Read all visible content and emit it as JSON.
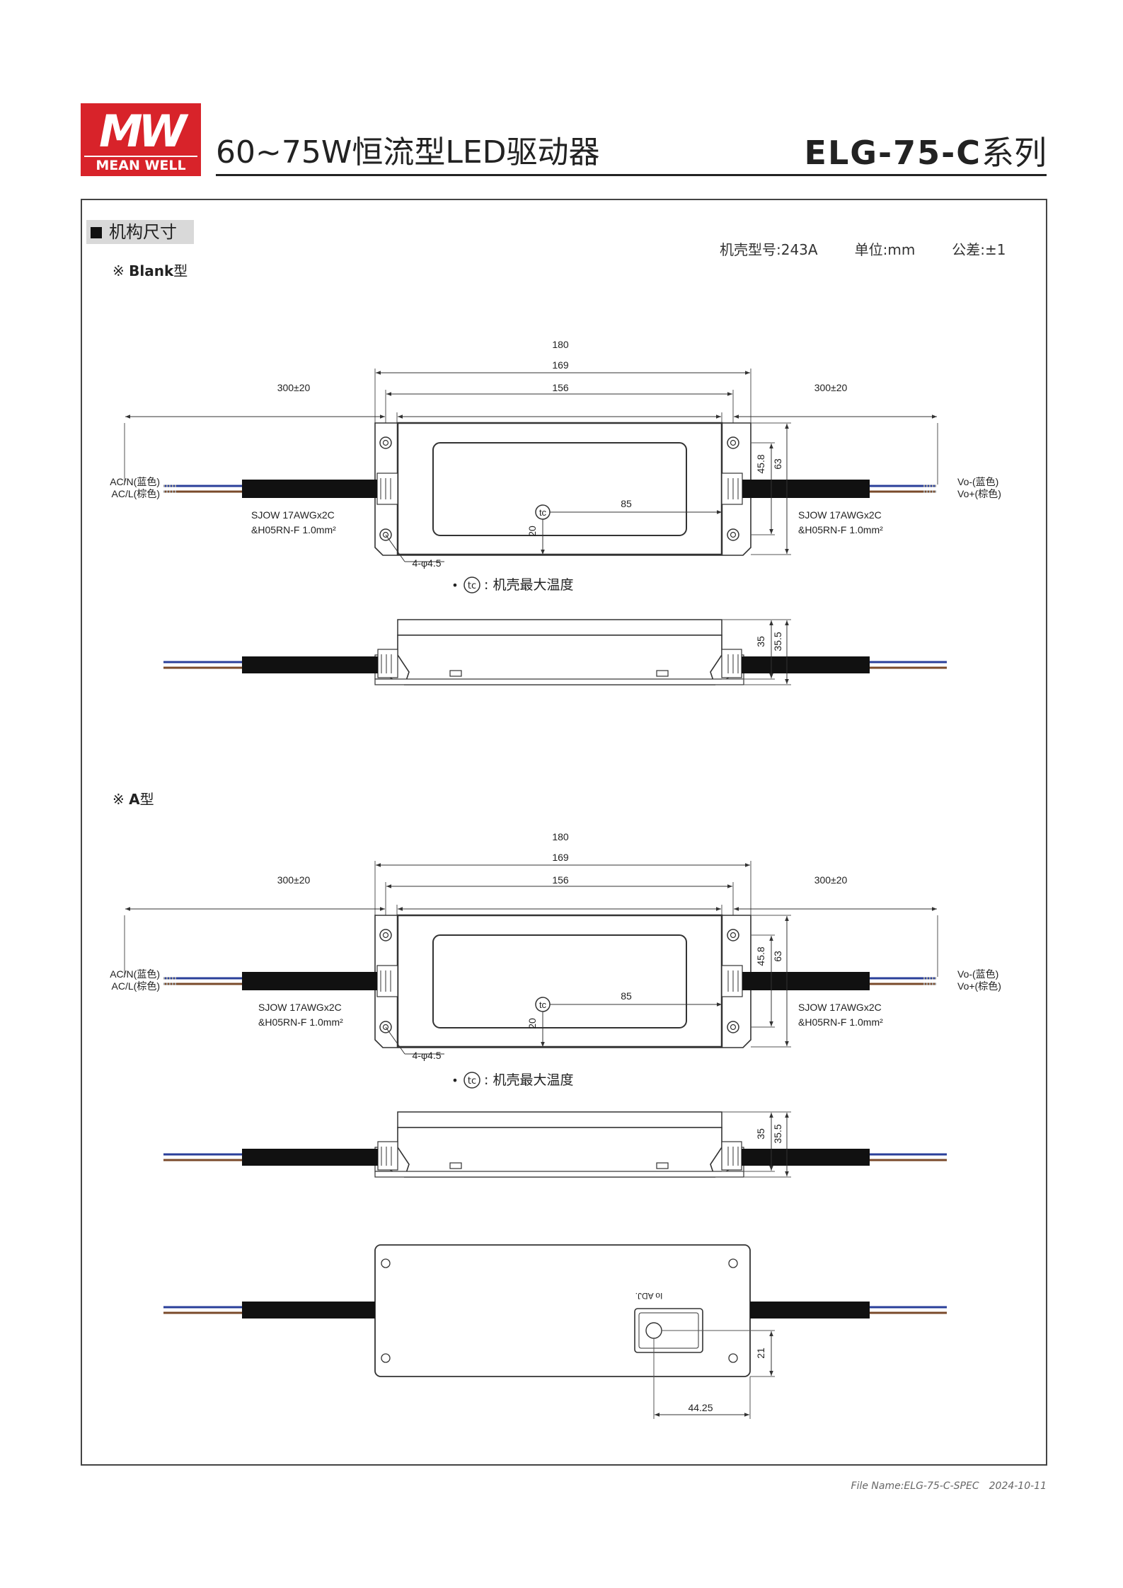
{
  "logo": {
    "mark": "MW",
    "text": "MEAN WELL"
  },
  "header": {
    "title": "60~75W恒流型LED驱动器",
    "model": "ELG-75-C",
    "series": "系列"
  },
  "section": {
    "title": "机构尺寸"
  },
  "specs": {
    "case": "机壳型号:243A",
    "unit": "单位:mm",
    "tolerance": "公差:±1"
  },
  "variants": {
    "blank": {
      "prefix": "※",
      "name": "Blank",
      "suffix": "型"
    },
    "a": {
      "prefix": "※",
      "name": "A",
      "suffix": "型"
    }
  },
  "dims": {
    "total": "180",
    "mount": "169",
    "body": "156",
    "cable": "300±20",
    "h1": "45.8",
    "h2": "63",
    "tc_x": "85",
    "tc_y": "20",
    "t1": "35",
    "t2": "35.5",
    "adj_y": "21",
    "adj_x": "44.25",
    "holes": "4-φ4.5"
  },
  "labels": {
    "ac_n": "AC/N(蓝色)",
    "ac_l": "AC/L(棕色)",
    "vo_neg": "Vo-(蓝色)",
    "vo_pos": "Vo+(棕色)",
    "cable1": "SJOW 17AWGx2C",
    "cable2": "&H05RN-F 1.0mm²",
    "tc_note": "机壳最大温度",
    "tc_symbol": "tc",
    "adj": "Io ADJ."
  },
  "colors": {
    "brand": "#d8232a",
    "blue_wire": "#2a3f9a",
    "brown_wire": "#7a4a2a",
    "cable": "#111111"
  },
  "footer": {
    "file": "File Name:ELG-75-C-SPEC",
    "date": "2024-10-11"
  }
}
